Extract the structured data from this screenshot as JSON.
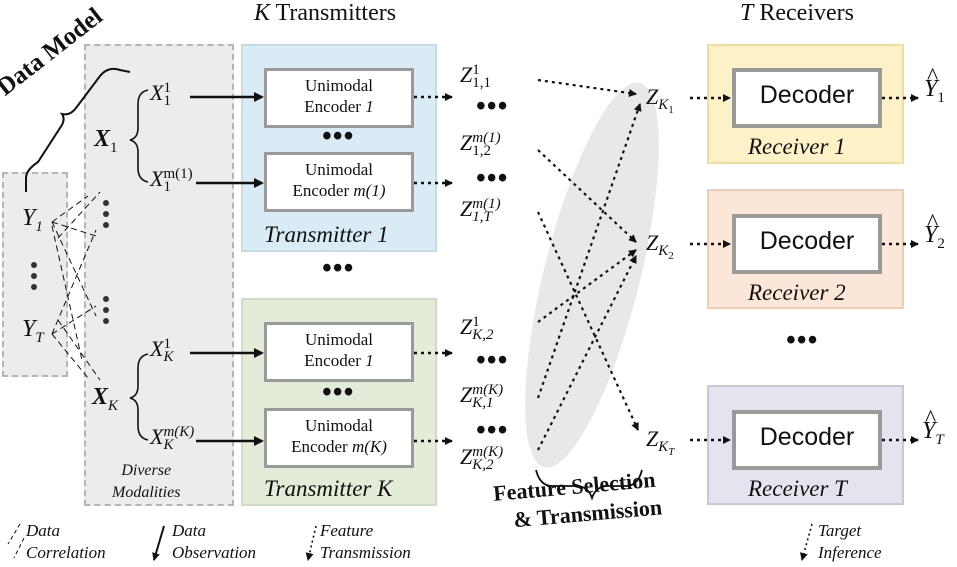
{
  "headers": {
    "transmitters": "K Transmitters",
    "receivers": "T Receivers"
  },
  "data_model": {
    "label": "Data Model",
    "y_top": "Y",
    "y_top_sub": "1",
    "y_bottom": "Y",
    "y_bottom_sub": "T"
  },
  "modalities": {
    "x1": "X",
    "x1_sub": "1",
    "xk": "X",
    "xk_sub": "K",
    "caption_line1": "Diverse",
    "caption_line2": "Modalities",
    "x1_1": {
      "base": "X",
      "sup": "1",
      "sub": "1"
    },
    "x1_m": {
      "base": "X",
      "sup": "m(1)",
      "sub": "1"
    },
    "xk_1": {
      "base": "X",
      "sup": "1",
      "sub": "K"
    },
    "xk_m": {
      "base": "X",
      "sup": "m(K)",
      "sub": "K"
    }
  },
  "transmitter1": {
    "title": "Transmitter 1",
    "enc_a_line1": "Unimodal",
    "enc_a_line2": "Encoder ",
    "enc_a_idx": "1",
    "enc_b_line1": "Unimodal",
    "enc_b_line2": "Encoder ",
    "enc_b_idx": "m(1)"
  },
  "transmitterK": {
    "title": "Transmitter K",
    "enc_a_line1": "Unimodal",
    "enc_a_line2": "Encoder ",
    "enc_a_idx": "1",
    "enc_b_line1": "Unimodal",
    "enc_b_line2": "Encoder ",
    "enc_b_idx": "m(K)"
  },
  "features": {
    "z1": {
      "base": "Z",
      "sup": "1",
      "sub": "1,1"
    },
    "z2": {
      "base": "Z",
      "sup": "m(1)",
      "sub": "1,2"
    },
    "z3": {
      "base": "Z",
      "sup": "m(1)",
      "sub": "1,T"
    },
    "z4": {
      "base": "Z",
      "sup": "1",
      "sub": "K,2"
    },
    "z5": {
      "base": "Z",
      "sup": "m(K)",
      "sub": "K,1"
    },
    "z6": {
      "base": "Z",
      "sup": "m(K)",
      "sub": "K,2"
    },
    "selection_line1": "Feature Selection",
    "selection_line2": "& Transmission"
  },
  "aggregated": {
    "a1": {
      "base": "Z",
      "sub": "K",
      "subsub": "1"
    },
    "a2": {
      "base": "Z",
      "sub": "K",
      "subsub": "2"
    },
    "a3": {
      "base": "Z",
      "sub": "K",
      "subsub": "T"
    }
  },
  "receivers": [
    {
      "title": "Receiver 1",
      "decoder": "Decoder",
      "out": "Y",
      "out_sub": "1",
      "color": "#fdf1c7"
    },
    {
      "title": "Receiver 2",
      "decoder": "Decoder",
      "out": "Y",
      "out_sub": "2",
      "color": "#fbe6d8"
    },
    {
      "title": "Receiver T",
      "decoder": "Decoder",
      "out": "Y",
      "out_sub": "T",
      "color": "#e6e3ef"
    }
  ],
  "legend": {
    "corr_1": "Data",
    "corr_2": "Correlation",
    "obs_1": "Data",
    "obs_2": "Observation",
    "feat_1": "Feature",
    "feat_2": "Transmission",
    "inf_1": "Target",
    "inf_2": "Inference"
  },
  "colors": {
    "transmitter1_bg": "#d9ebf4",
    "transmitterK_bg": "#e3ecd8",
    "ellipse": "#e8e8e8"
  }
}
